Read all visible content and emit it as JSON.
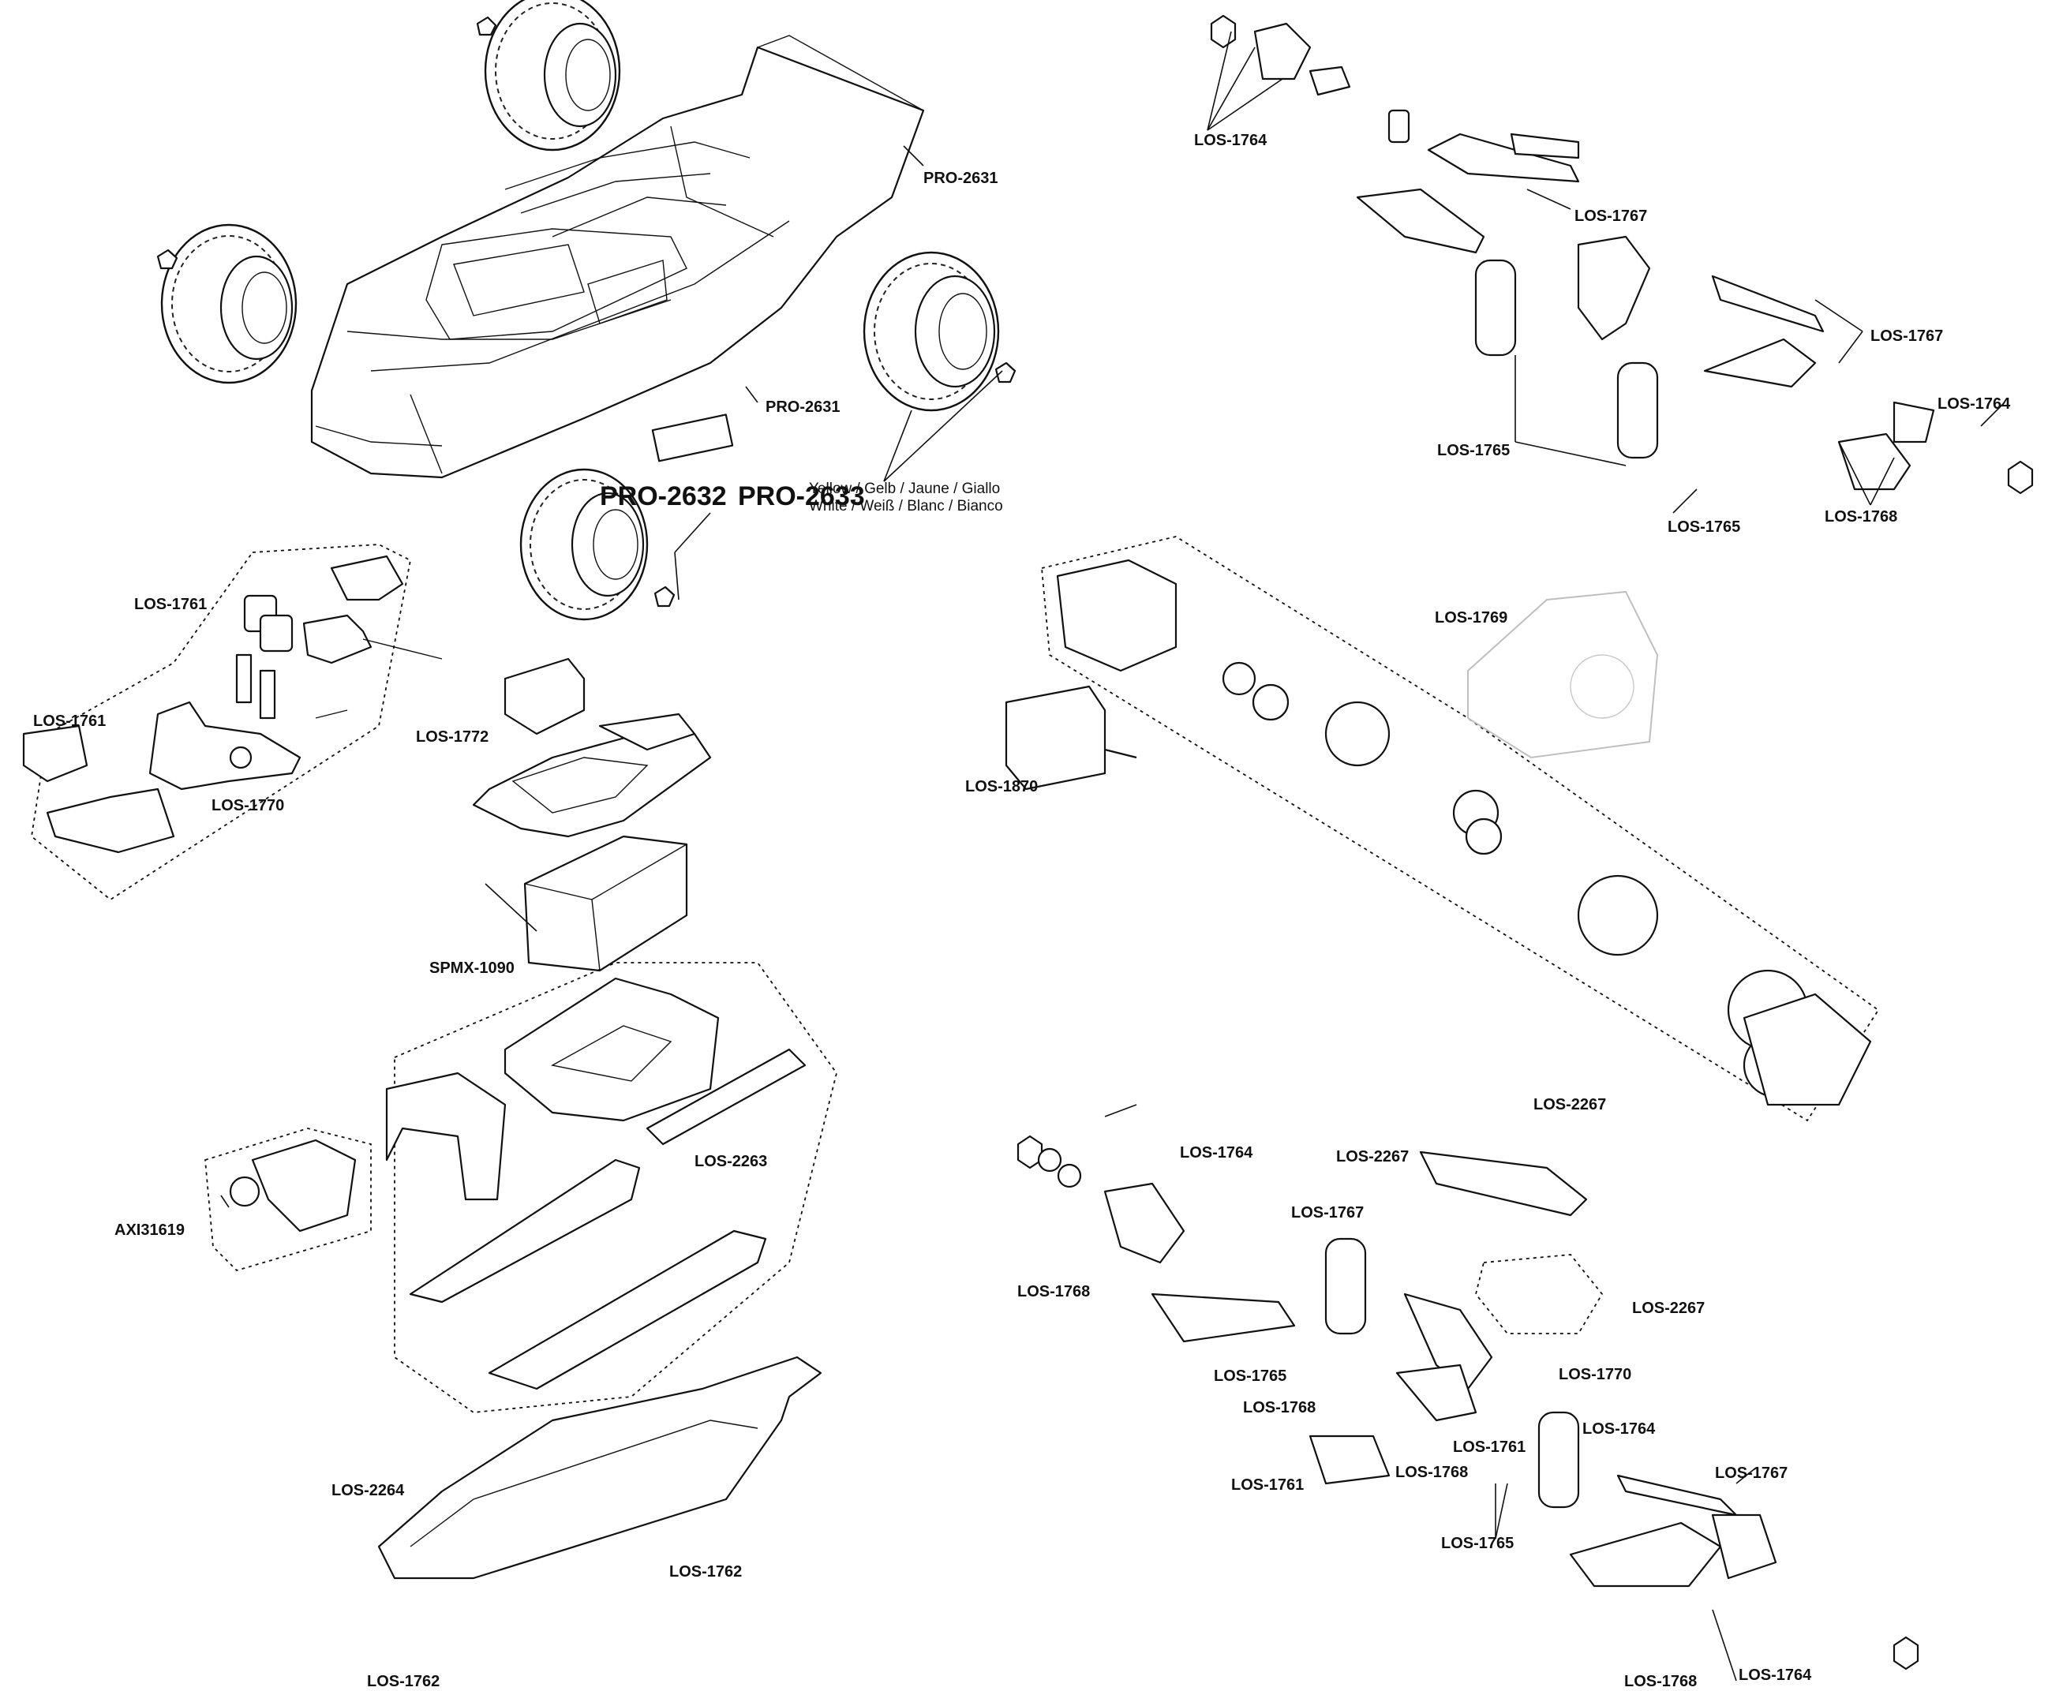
{
  "labels": {
    "body": "PRO-2631",
    "body_lower": "PRO-2631",
    "wheel_yellow": "PRO-2632",
    "wheel_white": "PRO-2633",
    "colors_yellow": "Yellow / Gelb / Jaune / Giallo",
    "colors_white": "White / Weiß / Blanc / Bianco",
    "front_bumper_mount": "LOS-1761",
    "front_bumper": "LOS-1761",
    "front_bulkhead": "LOS-1770",
    "receiver_box": "LOS-1772",
    "battery": "SPMX-1090",
    "servo": "AXI31619",
    "chassis_rails": "LOS-2263",
    "chassis_plate": "LOS-2264",
    "chassis_screws_right": "LOS-1762",
    "chassis_screws_bottom": "LOS-1762",
    "motor": "LOS-1870",
    "transmission": "LOS-1769",
    "fr_hub_top": "LOS-1764",
    "fr_links_top": "LOS-1767",
    "fr_links_right": "LOS-1767",
    "fr_hub_right": "LOS-1764",
    "fr_shocks": "LOS-1765",
    "fr_shock_lower": "LOS-1765",
    "fr_arms": "LOS-1768",
    "rear_tower_top": "LOS-2267",
    "rear_tower_left": "LOS-2267",
    "rear_tower_mount": "LOS-2267",
    "rear_hub_left": "LOS-1764",
    "rear_link_mid": "LOS-1767",
    "rear_arm_left": "LOS-1768",
    "rear_shock_left": "LOS-1765",
    "rear_bulkhead": "LOS-1770",
    "rear_pin_upper": "LOS-1768",
    "rear_block_mid": "LOS-1761",
    "rear_block_low": "LOS-1761",
    "rear_pin_lower": "LOS-1768",
    "rear_hub_right": "LOS-1764",
    "rear_link_right": "LOS-1767",
    "rear_shock_right": "LOS-1765",
    "rear_arm_bottom": "LOS-1768",
    "rear_hub_bottom": "LOS-1764"
  }
}
